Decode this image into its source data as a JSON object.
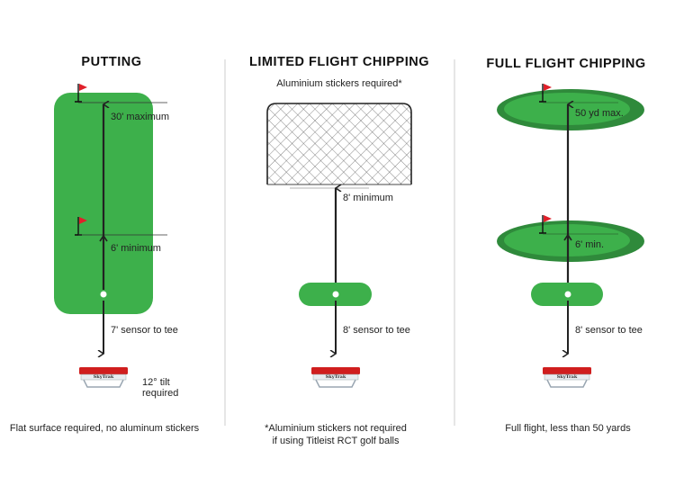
{
  "colors": {
    "green": "#3db04b",
    "dark_green": "#2f8a3b",
    "flag": "#e0202a",
    "device_red": "#d01e1e",
    "divider": "#cccccc"
  },
  "putting": {
    "title": "PUTTING",
    "max_label": "30' maximum",
    "min_label": "6' minimum",
    "sensor_label": "7' sensor to tee",
    "tilt_line1": "12° tilt",
    "tilt_line2": "required",
    "caption": "Flat surface required, no aluminum stickers"
  },
  "limited": {
    "title": "LIMITED FLIGHT CHIPPING",
    "note": "Aluminium stickers required*",
    "min_label": "8' minimum",
    "sensor_label": "8' sensor to tee",
    "caption_line1": "*Aluminium stickers not required",
    "caption_line2": "if using Titleist RCT golf balls"
  },
  "full": {
    "title": "FULL FLIGHT CHIPPING",
    "max_label": "50 yd max.",
    "min_label": "6' min.",
    "sensor_label": "8' sensor to tee",
    "caption": "Full flight, less than 50 yards"
  },
  "device_brand": "SkyTrak"
}
